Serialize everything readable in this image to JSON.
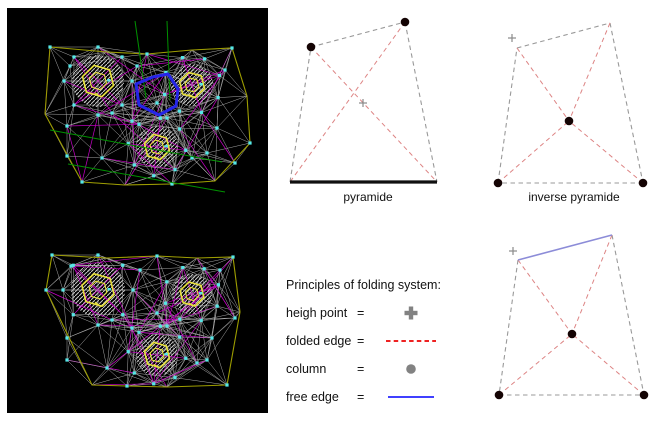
{
  "cad_panel": {
    "meshes": [
      {
        "name": "site-plan-top",
        "boundary": [
          [
            43,
            39
          ],
          [
            100,
            44
          ],
          [
            140,
            46
          ],
          [
            185,
            42
          ],
          [
            225,
            40
          ],
          [
            240,
            88
          ],
          [
            243,
            135
          ],
          [
            208,
            173
          ],
          [
            165,
            176
          ],
          [
            118,
            177
          ],
          [
            75,
            174
          ],
          [
            38,
            106
          ]
        ],
        "discs": [
          {
            "c": [
              91,
              73
            ],
            "r": 26
          },
          {
            "c": [
              185,
              77
            ],
            "r": 21
          },
          {
            "c": [
              150,
              139
            ],
            "r": 21
          }
        ],
        "extra_nodes": [
          [
            60,
            118
          ],
          [
            95,
            150
          ],
          [
            125,
            113
          ],
          [
            160,
            110
          ],
          [
            210,
            120
          ],
          [
            218,
            62
          ],
          [
            63,
            58
          ],
          [
            130,
            58
          ],
          [
            150,
            95
          ],
          [
            185,
            150
          ],
          [
            60,
            148
          ],
          [
            228,
            155
          ],
          [
            105,
            105
          ],
          [
            200,
            145
          ]
        ],
        "green_lines": [
          [
            [
              128,
              13
            ],
            [
              139,
              90
            ]
          ],
          [
            [
              160,
              13
            ],
            [
              163,
              92
            ]
          ],
          [
            [
              43,
              122
            ],
            [
              215,
              154
            ]
          ],
          [
            [
              61,
              156
            ],
            [
              218,
              184
            ]
          ]
        ],
        "blue_outline": [
          [
            146,
            69
          ],
          [
            161,
            66
          ],
          [
            171,
            81
          ],
          [
            169,
            98
          ],
          [
            152,
            107
          ],
          [
            132,
            97
          ],
          [
            129,
            76
          ]
        ]
      },
      {
        "name": "site-plan-bottom",
        "boundary": [
          [
            45,
            247
          ],
          [
            100,
            250
          ],
          [
            150,
            248
          ],
          [
            190,
            250
          ],
          [
            226,
            249
          ],
          [
            233,
            304
          ],
          [
            220,
            377
          ],
          [
            160,
            379
          ],
          [
            120,
            378
          ],
          [
            85,
            377
          ],
          [
            39,
            282
          ]
        ],
        "discs": [
          {
            "c": [
              91,
              282
            ],
            "r": 27
          },
          {
            "c": [
              185,
              286
            ],
            "r": 20
          },
          {
            "c": [
              150,
              347
            ],
            "r": 21
          }
        ],
        "extra_nodes": [
          [
            60,
            330
          ],
          [
            100,
            360
          ],
          [
            125,
            320
          ],
          [
            160,
            318
          ],
          [
            205,
            330
          ],
          [
            213,
            262
          ],
          [
            64,
            258
          ],
          [
            133,
            262
          ],
          [
            150,
            305
          ],
          [
            190,
            355
          ],
          [
            60,
            352
          ],
          [
            228,
            310
          ],
          [
            105,
            312
          ],
          [
            200,
            352
          ]
        ]
      }
    ]
  },
  "diagrams": {
    "pyramide": {
      "label": "pyramide",
      "points": {
        "bl": [
          7,
          172
        ],
        "br": [
          154,
          172
        ],
        "tl": [
          28,
          37
        ],
        "tr": [
          122,
          12
        ]
      },
      "gray_edges": [
        [
          "bl",
          "tl"
        ],
        [
          "tl",
          "tr"
        ],
        [
          "tr",
          "br"
        ]
      ],
      "red_edges": [
        [
          "tl",
          "br"
        ],
        [
          "tr",
          "bl"
        ]
      ],
      "solid_edges": [
        {
          "from": "bl",
          "to": "br",
          "color": "ground",
          "width": 3.2
        }
      ],
      "dots": [
        "tl",
        "tr"
      ],
      "plus": [
        80,
        93
      ]
    },
    "inverse_pyramide": {
      "label": "inverse pyramide",
      "points": {
        "tl": [
          29,
          38
        ],
        "tr": [
          122,
          13
        ],
        "br": [
          155,
          173
        ],
        "bl": [
          10,
          173
        ],
        "c": [
          81,
          111
        ]
      },
      "gray_edges": [
        [
          "tl",
          "tr"
        ],
        [
          "tr",
          "br"
        ],
        [
          "br",
          "bl"
        ],
        [
          "bl",
          "tl"
        ]
      ],
      "red_edges": [
        [
          "tl",
          "c"
        ],
        [
          "tr",
          "c"
        ],
        [
          "bl",
          "c"
        ],
        [
          "br",
          "c"
        ]
      ],
      "solid_edges": [],
      "dots": [
        "bl",
        "br",
        "c"
      ],
      "plus": [
        24,
        28
      ]
    },
    "free_edge_variant": {
      "label": "",
      "points": {
        "tl": [
          30,
          33
        ],
        "tr": [
          124,
          8
        ],
        "br": [
          156,
          168
        ],
        "bl": [
          11,
          168
        ],
        "c": [
          84,
          107
        ]
      },
      "gray_edges": [
        [
          "tl",
          "bl"
        ],
        [
          "tr",
          "br"
        ],
        [
          "bl",
          "br"
        ]
      ],
      "red_edges": [
        [
          "tl",
          "c"
        ],
        [
          "tr",
          "c"
        ],
        [
          "bl",
          "c"
        ],
        [
          "br",
          "c"
        ]
      ],
      "solid_edges": [
        {
          "from": "tl",
          "to": "tr",
          "color": "free_edge_soft",
          "width": 1.6
        }
      ],
      "dots": [
        "bl",
        "br",
        "c"
      ],
      "plus": [
        25,
        24
      ]
    }
  },
  "legend": {
    "title": "Principles of folding system:",
    "rows": [
      {
        "label": "heigh point",
        "eq": "=",
        "symbol": {
          "kind": "plus",
          "color": "legend_gray"
        }
      },
      {
        "label": "folded edge",
        "eq": "=",
        "symbol": {
          "kind": "dashed_line",
          "color": "legend_red"
        }
      },
      {
        "label": "column",
        "eq": "=",
        "symbol": {
          "kind": "dot",
          "color": "legend_gray"
        }
      },
      {
        "label": "free edge",
        "eq": "=",
        "symbol": {
          "kind": "solid_line",
          "color": "legend_blue"
        }
      }
    ]
  },
  "colors": {
    "panel_bg": "#000000",
    "mesh_boundary": "#9c9c00",
    "mesh_gray": "#aaaaaa",
    "mesh_magenta": "#c400c4",
    "mesh_cyan": "#55e8e8",
    "mesh_yellow": "#e8e23a",
    "mesh_green": "#009100",
    "mesh_blue": "#2525e8",
    "hatch": "#c9c9c9",
    "dash_gray": "#999999",
    "dash_red": "#dd8484",
    "dot": "#140404",
    "plus_marker": "#8a8a8a",
    "ground": "#101010",
    "free_edge_soft": "#8c8cd8",
    "legend_red": "#ee2222",
    "legend_blue": "#2424ff",
    "legend_gray": "#828282"
  }
}
